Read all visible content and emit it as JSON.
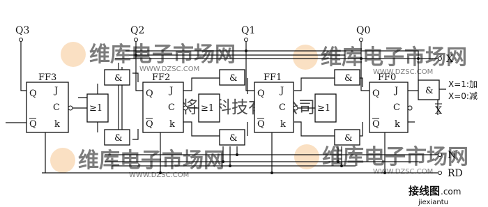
{
  "outputs": {
    "q3": "Q3",
    "q2": "Q2",
    "q1": "Q1",
    "q0": "Q0"
  },
  "flipflops": [
    {
      "name": "FF3",
      "q": "Q",
      "qbar": "Q",
      "j": "J",
      "c": "C",
      "k": "k"
    },
    {
      "name": "FF2",
      "q": "Q",
      "qbar": "Q",
      "j": "J",
      "c": "C",
      "k": "k"
    },
    {
      "name": "FF1",
      "q": "Q",
      "qbar": "Q",
      "j": "J",
      "c": "C",
      "k": "k"
    },
    {
      "name": "FF0",
      "q": "Q",
      "qbar": "Q",
      "j": "J",
      "c": "C",
      "k": "k"
    }
  ],
  "gates": {
    "and": "&",
    "or": "≥1"
  },
  "inputs": {
    "x": "X",
    "xbar": "X",
    "n": "N",
    "rd": "RD"
  },
  "notes": {
    "add": "X=1:加",
    "sub": "X=0:减"
  },
  "watermarks": {
    "brand": "维库电子市场网",
    "site": "WWW.DZSC.COM",
    "company": "杭州将睿科技有限公司",
    "corner_cn": "接线图",
    "corner_en": "jiexiantu",
    "corner_dom": ".com"
  },
  "colors": {
    "line": "#111111",
    "watermark": "#f0a24a",
    "corner": "#c8401e"
  }
}
